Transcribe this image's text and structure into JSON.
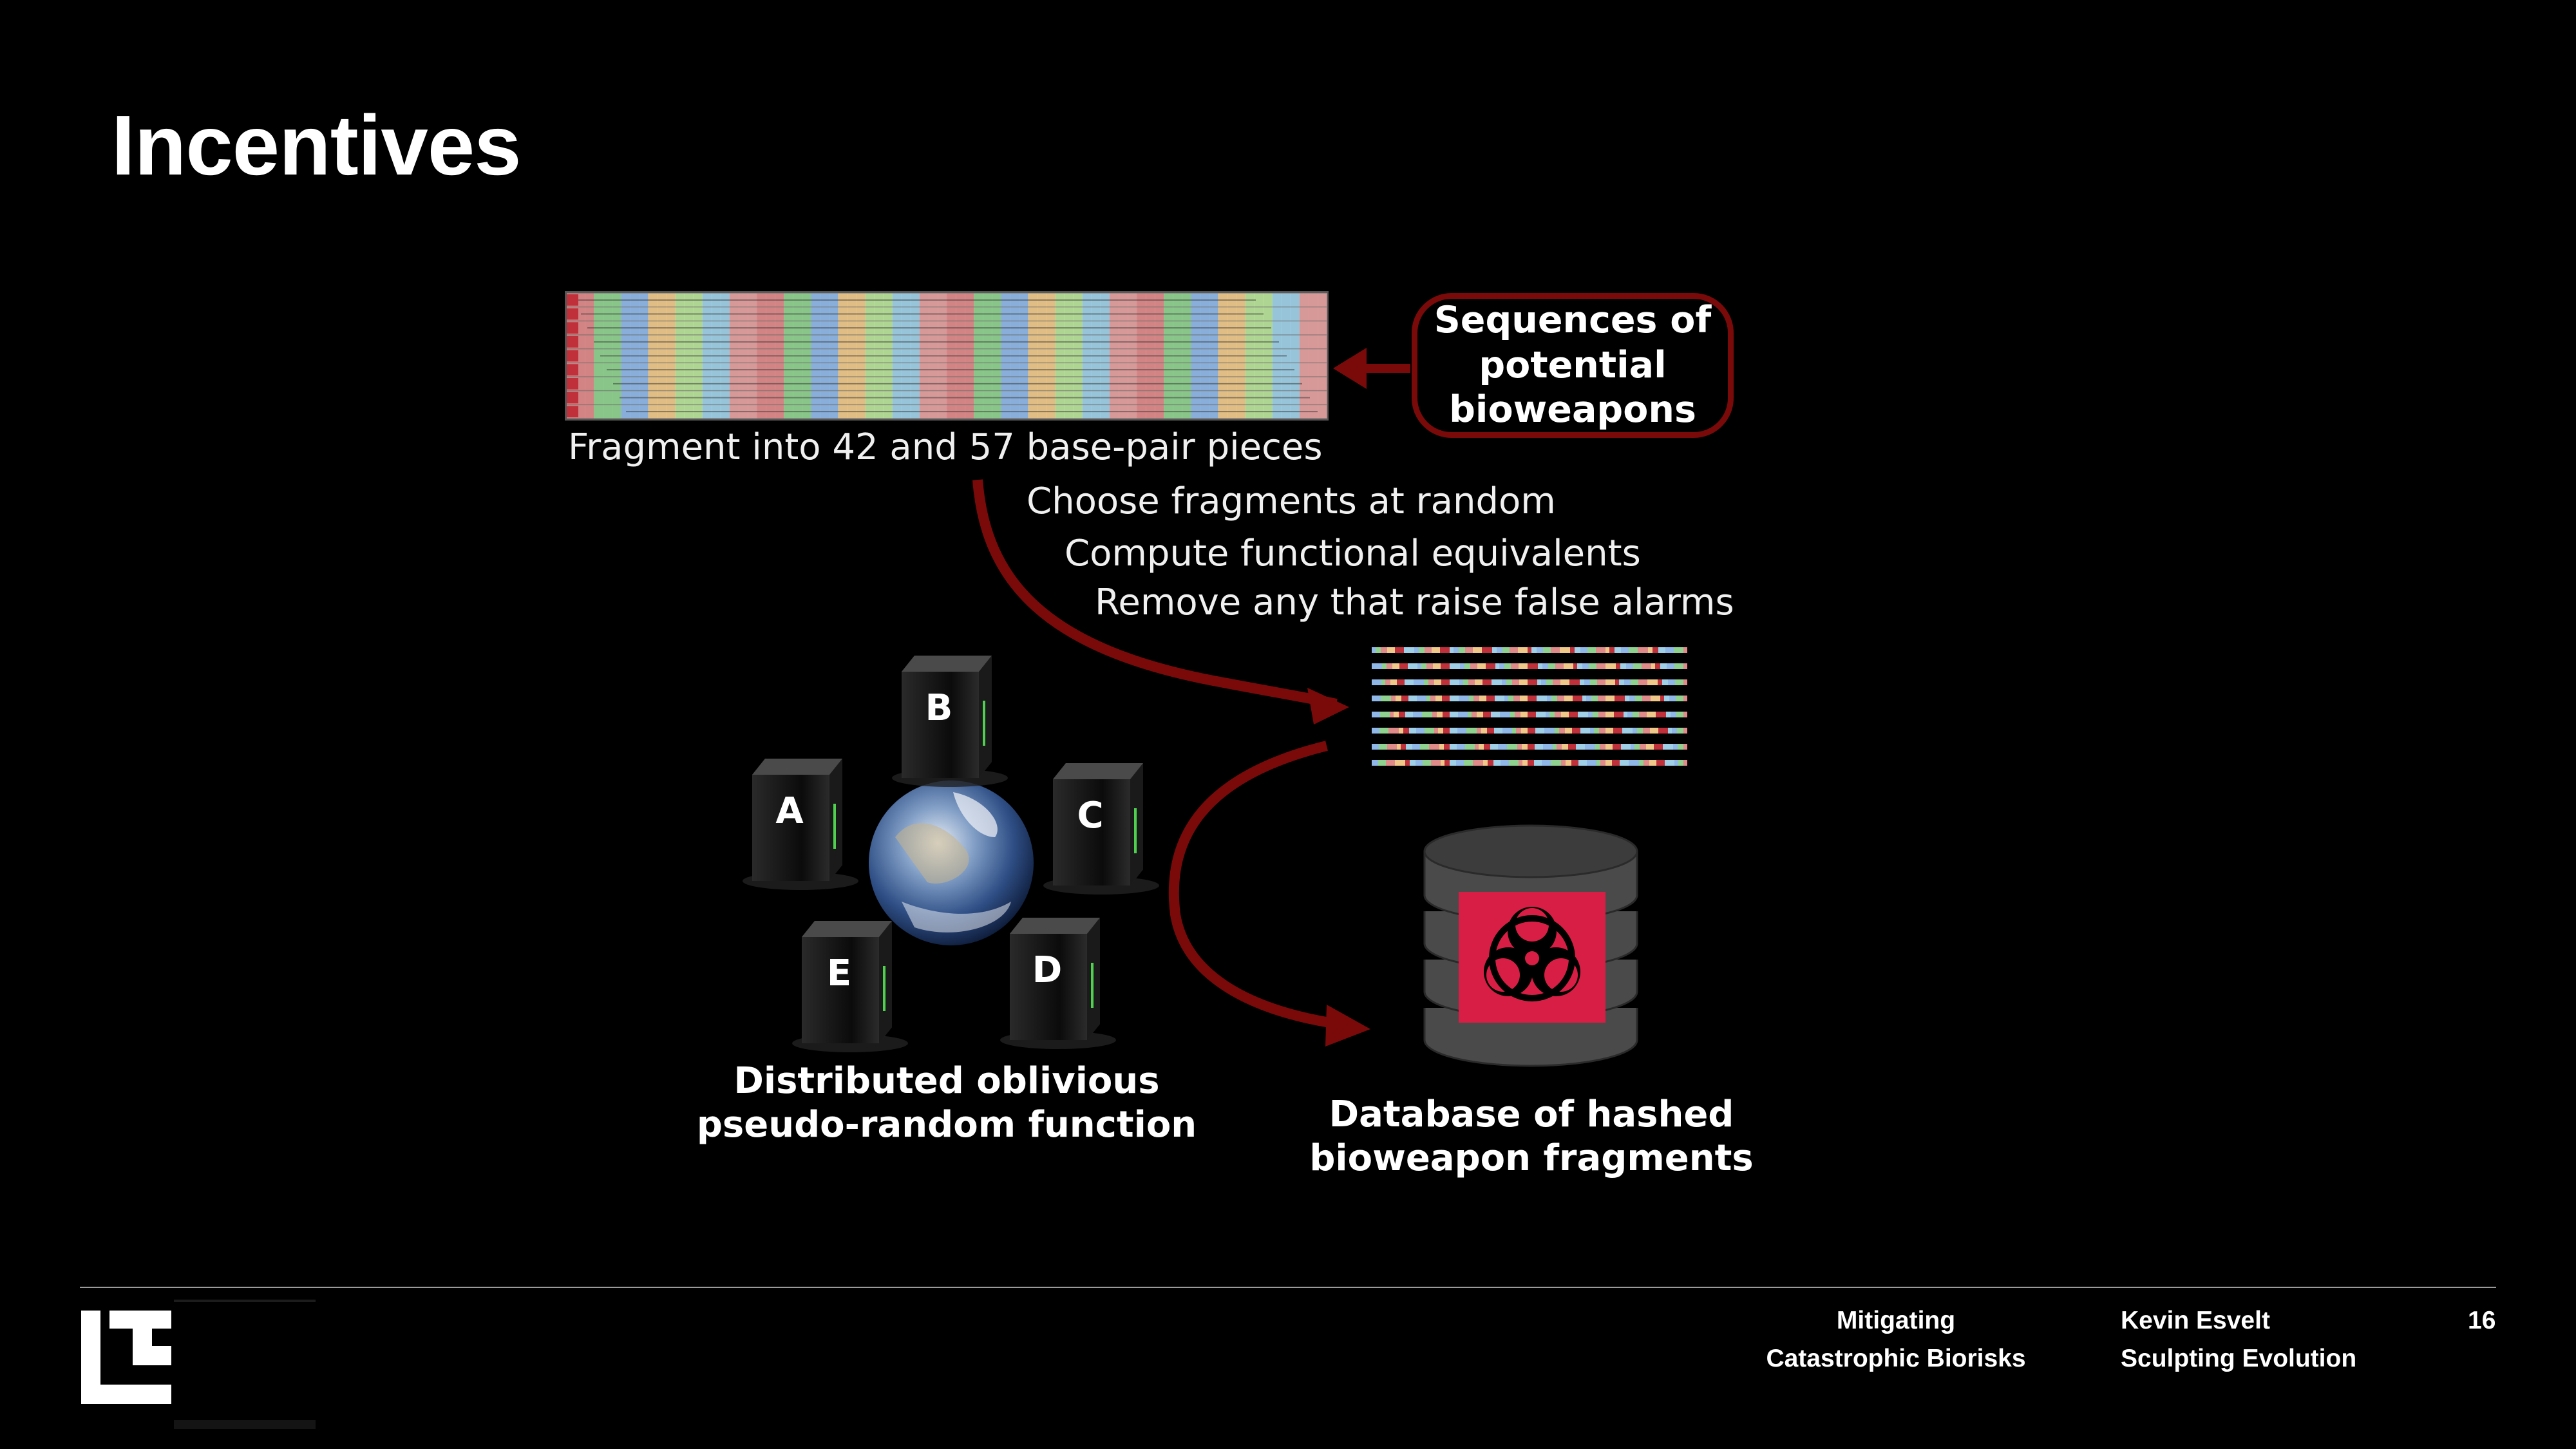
{
  "slide": {
    "title": "Incentives",
    "page_number": "16"
  },
  "diagram": {
    "sequences_label": "Sequences of potential bioweapons",
    "fragment_label": "Fragment into 42 and 57 base-pair pieces",
    "steps": [
      "Choose fragments at random",
      "Compute functional equivalents",
      "Remove any that raise false alarms"
    ],
    "servers": [
      "A",
      "B",
      "C",
      "D",
      "E"
    ],
    "oprf_label_line1": "Distributed oblivious",
    "oprf_label_line2": "pseudo-random function",
    "database_label_line1": "Database of hashed",
    "database_label_line2": "bioweapon fragments",
    "arrow_color": "#7a0a0a",
    "biohazard_color": "#d81e44"
  },
  "footer": {
    "talk_line1": "Mitigating",
    "talk_line2": "Catastrophic Biorisks",
    "author_line1": "Kevin Esvelt",
    "author_line2": "Sculpting Evolution"
  }
}
